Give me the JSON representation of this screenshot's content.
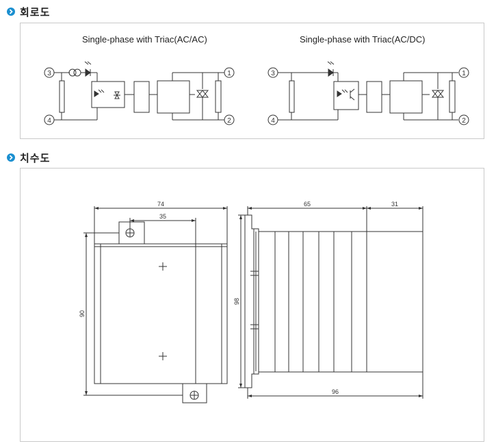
{
  "sections": {
    "circuit": {
      "title": "회로도"
    },
    "dimensions": {
      "title": "치수도"
    }
  },
  "circuits": [
    {
      "title": "Single-phase with Triac(AC/AC)",
      "terminals": [
        "3",
        "4",
        "1",
        "2"
      ]
    },
    {
      "title": "Single-phase with Triac(AC/DC)",
      "terminals": [
        "3",
        "4",
        "1",
        "2"
      ]
    }
  ],
  "dimensions": {
    "front_width": "74",
    "mount_offset": "35",
    "front_height": "90",
    "side_body_depth": "65",
    "side_fin_depth": "31",
    "side_total_depth": "96",
    "side_height": "98"
  },
  "icons": [
    "chevron-right-icon",
    "chevron-right-icon"
  ],
  "colors": {
    "bullet": "#1a8fd0",
    "border": "#c9c9c9",
    "line": "#333333"
  }
}
